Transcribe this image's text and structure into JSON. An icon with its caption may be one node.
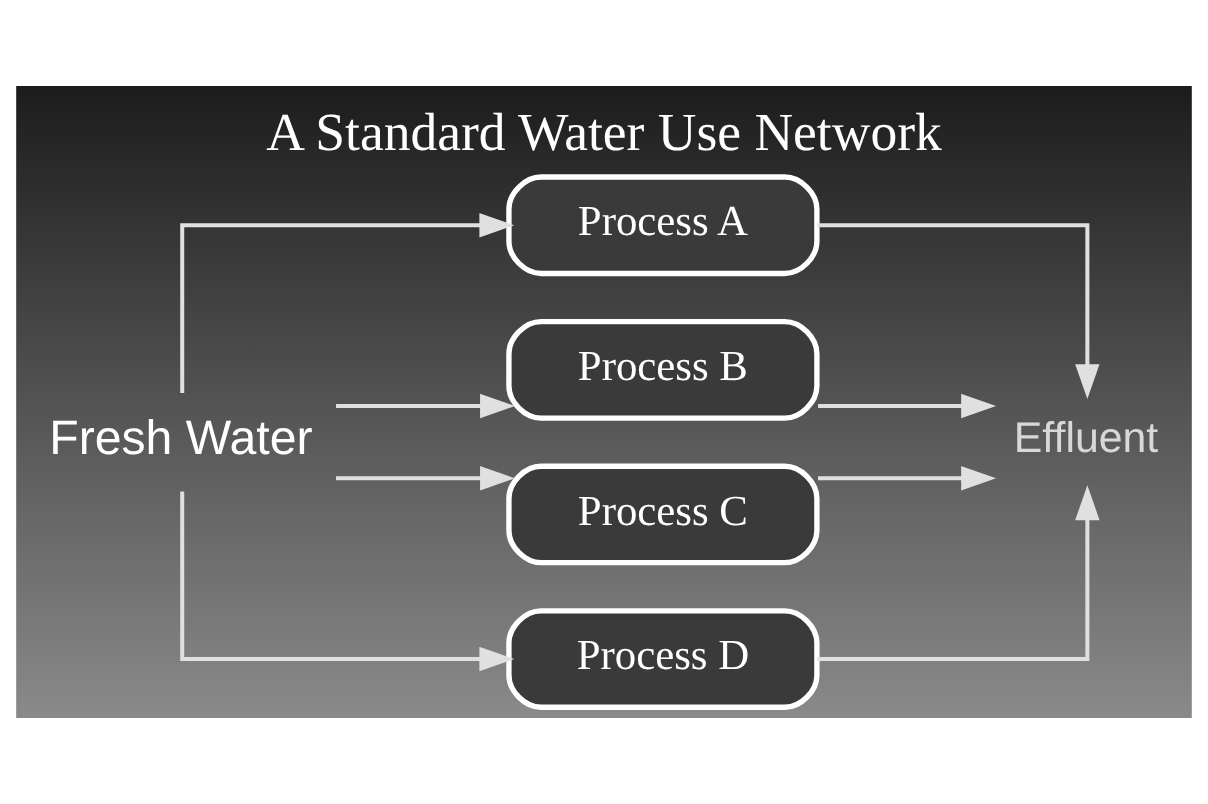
{
  "diagram": {
    "title": "A Standard Water Use Network",
    "nodes": [
      {
        "text": [
          "Fresh Water"
        ]
      },
      {
        "text": [
          "Process A"
        ]
      },
      {
        "text": [
          "Process B"
        ]
      },
      {
        "text": [
          "Process C"
        ]
      },
      {
        "text": [
          "Process D"
        ]
      },
      {
        "text": [
          "Effluent"
        ]
      }
    ],
    "edges": [
      {
        "from": 0,
        "to": 1,
        "arrow": "to"
      },
      {
        "from": 0,
        "to": 2,
        "arrow": "to"
      },
      {
        "from": 0,
        "to": 3,
        "arrow": "to"
      },
      {
        "from": 0,
        "to": 4,
        "arrow": "to"
      },
      {
        "from": 1,
        "to": 5,
        "arrow": "to"
      },
      {
        "from": 2,
        "to": 5,
        "arrow": "to"
      },
      {
        "from": 3,
        "to": 5,
        "arrow": "to"
      },
      {
        "from": 4,
        "to": 5,
        "arrow": "to"
      }
    ]
  }
}
